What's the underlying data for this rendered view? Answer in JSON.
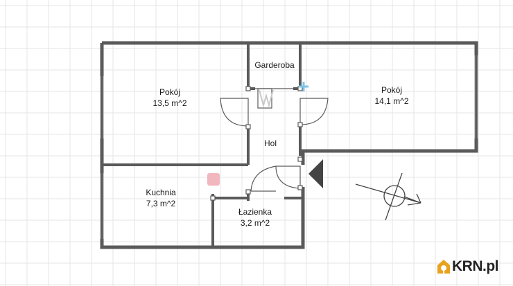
{
  "rooms": [
    {
      "name": "Pokój",
      "area": "13,5 m^2"
    },
    {
      "name": "Garderoba"
    },
    {
      "name": "Pokój",
      "area": "14,1 m^2"
    },
    {
      "name": "Hol"
    },
    {
      "name": "Kuchnia",
      "area": "7,3 m^2"
    },
    {
      "name": "Łazienka",
      "area": "3,2 m^2"
    }
  ],
  "brand": {
    "logo_text": "KRN.pl"
  },
  "colors": {
    "wall": "#5a5a5a",
    "grid": "#e6e6e6",
    "entrance_marker": "#444444",
    "logo_accent": "#e8a21e",
    "marker_pink": "#f2b6be",
    "marker_blue": "#7fc4e4"
  },
  "icons": {
    "entrance": "entrance-arrow-icon",
    "compass": "north-arrow-icon",
    "logo": "house-icon"
  }
}
